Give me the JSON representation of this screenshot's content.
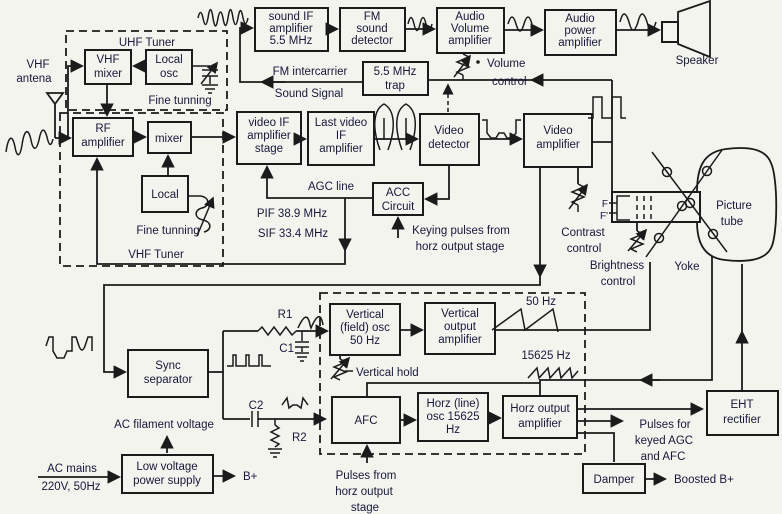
{
  "colors": {
    "bg": "#f4f4ef",
    "ink": "#17173a",
    "line": "#1b1b1b"
  },
  "tuner": {
    "antenna": [
      "VHF",
      "antena"
    ],
    "uhf_label": "UHF Tuner",
    "vhf_mixer": [
      "VHF",
      "mixer"
    ],
    "local_osc": [
      "Local",
      "osc"
    ],
    "fine_tuning_uhf": "Fine tunning",
    "rf_amplifier": [
      "RF",
      "amplifier"
    ],
    "mixer": "mixer",
    "local": "Local",
    "fine_tuning_vhf": "Fine tunning",
    "vhf_label": "VHF Tuner"
  },
  "sound": {
    "if_amp": [
      "sound IF",
      "amplifier",
      "5.5 MHz"
    ],
    "detector": [
      "FM",
      "sound",
      "detector"
    ],
    "volume_amp": [
      "Audio",
      "Volume",
      "amplifier"
    ],
    "power_amp": [
      "Audio",
      "power",
      "amplifier"
    ],
    "speaker": "Speaker",
    "volume_control": [
      "Volume",
      "control"
    ],
    "intercarrier": [
      "FM intercarrier",
      "Sound Signal"
    ],
    "trap": [
      "5.5 MHz",
      "trap"
    ]
  },
  "video": {
    "if_stage": [
      "video IF",
      "amplifier",
      "stage"
    ],
    "last_if": [
      "Last video",
      "IF",
      "amplifier"
    ],
    "detector": [
      "Video",
      "detector"
    ],
    "amplifier": [
      "Video",
      "amplifier"
    ],
    "acc": [
      "ACC",
      "Circuit"
    ],
    "agc_line": "AGC line",
    "pif": "PIF 38.9 MHz",
    "sif": "SIF 33.4 MHz",
    "keying": [
      "Keying pulses from",
      "horz output stage"
    ],
    "contrast": [
      "Contrast",
      "control"
    ],
    "brightness": [
      "Brightness",
      "control"
    ]
  },
  "crt": {
    "picture_tube": [
      "Picture",
      "tube"
    ],
    "yoke": "Yoke",
    "f1": "F",
    "f2": "F'"
  },
  "deflection": {
    "sync_separator": [
      "Sync",
      "separator"
    ],
    "vert_osc": [
      "Vertical",
      "(field) osc",
      "50 Hz"
    ],
    "vert_out": [
      "Vertical",
      "output",
      "amplifier"
    ],
    "vertical_hold": "Vertical hold",
    "hz50": "50 Hz",
    "hz15625": "15625 Hz",
    "afc": "AFC",
    "horz_osc": [
      "Horz (line)",
      "osc 15625",
      "Hz"
    ],
    "horz_out": [
      "Horz output",
      "amplifier"
    ],
    "r1": "R1",
    "c1": "C1",
    "c2": "C2",
    "r2": "R2",
    "pulses_from": [
      "Pulses from",
      "horz output",
      "stage"
    ]
  },
  "power": {
    "supply": [
      "Low voltage",
      "power supply"
    ],
    "ac_mains": [
      "AC mains",
      "220V, 50Hz"
    ],
    "b_plus": "B+",
    "filament": "AC filament voltage"
  },
  "output_side": {
    "eht": [
      "EHT",
      "rectifier"
    ],
    "pulses_for": [
      "Pulses for",
      "keyed AGC",
      "and AFC"
    ],
    "damper": "Damper",
    "boosted": "Boosted B+"
  }
}
